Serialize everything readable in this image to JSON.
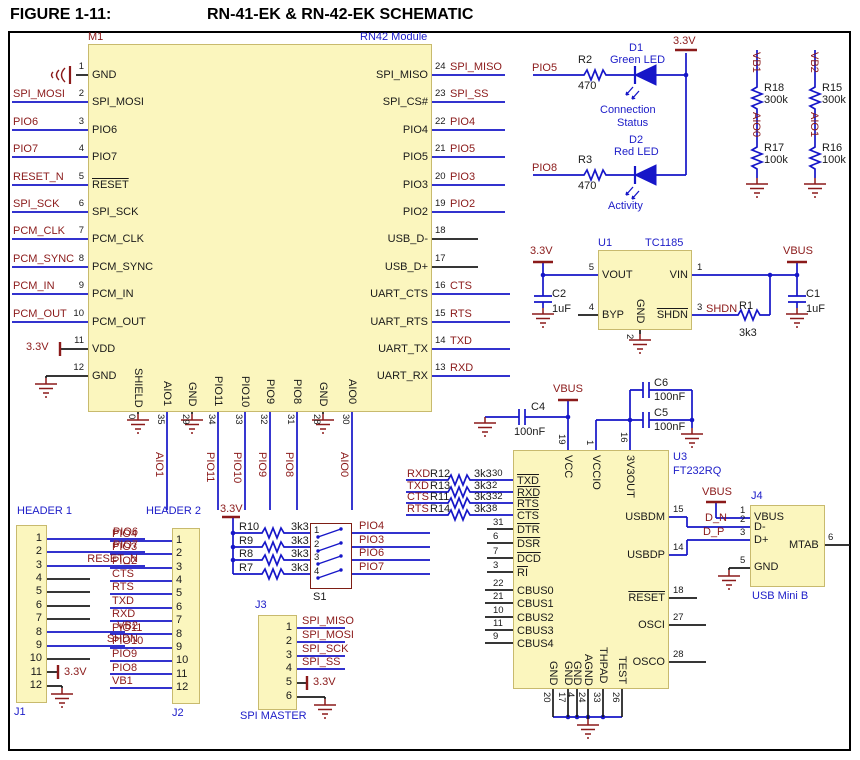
{
  "title": {
    "figure": "FIGURE 1-11:",
    "name": "RN-41-EK & RN-42-EK SCHEMATIC"
  },
  "module": {
    "ref": "M1",
    "part": "RN42 Module",
    "rails": {
      "vdd": "3.3V"
    },
    "left_pins": [
      {
        "num": "1",
        "name": "GND"
      },
      {
        "num": "2",
        "name": "SPI_MOSI",
        "net": "SPI_MOSI"
      },
      {
        "num": "3",
        "name": "PIO6",
        "net": "PIO6"
      },
      {
        "num": "4",
        "name": "PIO7",
        "net": "PIO7"
      },
      {
        "num": "5",
        "name": "RESET",
        "net": "RESET_N",
        "ov": 1
      },
      {
        "num": "6",
        "name": "SPI_SCK",
        "net": "SPI_SCK"
      },
      {
        "num": "7",
        "name": "PCM_CLK",
        "net": "PCM_CLK"
      },
      {
        "num": "8",
        "name": "PCM_SYNC",
        "net": "PCM_SYNC"
      },
      {
        "num": "9",
        "name": "PCM_IN",
        "net": "PCM_IN"
      },
      {
        "num": "10",
        "name": "PCM_OUT",
        "net": "PCM_OUT"
      },
      {
        "num": "11",
        "name": "VDD"
      },
      {
        "num": "12",
        "name": "GND"
      }
    ],
    "right_pins": [
      {
        "num": "24",
        "name": "SPI_MISO",
        "net": "SPI_MISO"
      },
      {
        "num": "23",
        "name": "SPI_CS#",
        "net": "SPI_SS"
      },
      {
        "num": "22",
        "name": "PIO4",
        "net": "PIO4"
      },
      {
        "num": "21",
        "name": "PIO5",
        "net": "PIO5"
      },
      {
        "num": "20",
        "name": "PIO3",
        "net": "PIO3"
      },
      {
        "num": "19",
        "name": "PIO2",
        "net": "PIO2"
      },
      {
        "num": "18",
        "name": "USB_D-"
      },
      {
        "num": "17",
        "name": "USB_D+"
      },
      {
        "num": "16",
        "name": "UART_CTS",
        "net": "CTS"
      },
      {
        "num": "15",
        "name": "UART_RTS",
        "net": "RTS"
      },
      {
        "num": "14",
        "name": "UART_TX",
        "net": "TXD"
      },
      {
        "num": "13",
        "name": "UART_RX",
        "net": "RXD"
      }
    ],
    "bottom_pins": [
      {
        "num": "0",
        "name": "SHIELD"
      },
      {
        "num": "35",
        "name": "AIO1",
        "net": "AIO1"
      },
      {
        "num": "29",
        "name": "GND"
      },
      {
        "num": "34",
        "name": "PIO11",
        "net": "PIO11"
      },
      {
        "num": "33",
        "name": "PIO10",
        "net": "PIO10"
      },
      {
        "num": "32",
        "name": "PIO9",
        "net": "PIO9"
      },
      {
        "num": "31",
        "name": "PIO8",
        "net": "PIO8"
      },
      {
        "num": "28",
        "name": "GND"
      },
      {
        "num": "30",
        "name": "AIO0",
        "net": "AIO0"
      }
    ]
  },
  "led_circuit": {
    "rail": "3.3V",
    "d1": {
      "net": "PIO5",
      "res": "R2",
      "val": "470",
      "ref": "D1",
      "type": "Green LED",
      "caption1": "Connection",
      "caption2": "Status"
    },
    "d2": {
      "net": "PIO8",
      "res": "R3",
      "val": "470",
      "ref": "D2",
      "type": "Red LED",
      "caption": "Activity"
    }
  },
  "dividers": [
    {
      "net_top": "VB1",
      "r1": "R18",
      "v1": "300k",
      "net_mid": "AIO0",
      "r2": "R17",
      "v2": "100k"
    },
    {
      "net_top": "VB2",
      "r1": "R15",
      "v1": "300k",
      "net_mid": "AIO1",
      "r2": "R16",
      "v2": "100k"
    }
  ],
  "u1": {
    "ref": "U1",
    "part": "TC1185",
    "rail_out": "3.3V",
    "rail_in": "VBUS",
    "net_shdn": "SHDN",
    "pin_vout": {
      "num": "5",
      "name": "VOUT"
    },
    "pin_byp": {
      "num": "4",
      "name": "BYP"
    },
    "pin_gnd": {
      "num": "2",
      "name": "GND"
    },
    "pin_vin": {
      "num": "1",
      "name": "VIN"
    },
    "pin_shdn": {
      "num": "3",
      "name": "SHDN"
    },
    "c2": {
      "ref": "C2",
      "val": "1uF"
    },
    "c1": {
      "ref": "C1",
      "val": "1uF"
    },
    "r1": {
      "ref": "R1",
      "val": "3k3"
    }
  },
  "u3": {
    "ref": "U3",
    "part": "FT232RQ",
    "rail": "VBUS",
    "c4": {
      "ref": "C4",
      "val": "100nF"
    },
    "c5": {
      "ref": "C5",
      "val": "100nF"
    },
    "c6": {
      "ref": "C6",
      "val": "100nF"
    },
    "top_pins": [
      {
        "num": "19",
        "name": "VCC"
      },
      {
        "num": "1",
        "name": "VCCIO"
      },
      {
        "num": "16",
        "name": "3V3OUT"
      }
    ],
    "serial_pins": [
      {
        "net": "RXD",
        "res": "R12",
        "val": "3k3",
        "num": "30",
        "name": "TXD",
        "ov": 1
      },
      {
        "net": "TXD",
        "res": "R13",
        "val": "3k3",
        "num": "2",
        "name": "RXD",
        "ov": 1
      },
      {
        "net": "CTS",
        "res": "R11",
        "val": "3k3",
        "num": "32",
        "name": "RTS",
        "ov": 1
      },
      {
        "net": "RTS",
        "res": "R14",
        "val": "3k3",
        "num": "8",
        "name": "CTS",
        "ov": 1
      }
    ],
    "ctrl_pins": [
      {
        "num": "31",
        "name": "DTR",
        "ov": 1
      },
      {
        "num": "6",
        "name": "DSR",
        "ov": 1
      },
      {
        "num": "7",
        "name": "DCD",
        "ov": 1
      },
      {
        "num": "3",
        "name": "RI",
        "ov": 1
      }
    ],
    "cbus_pins": [
      {
        "num": "22",
        "name": "CBUS0"
      },
      {
        "num": "21",
        "name": "CBUS1"
      },
      {
        "num": "10",
        "name": "CBUS2"
      },
      {
        "num": "11",
        "name": "CBUS3"
      },
      {
        "num": "9",
        "name": "CBUS4"
      }
    ],
    "right_pins": [
      {
        "num": "15",
        "name": "USBDM"
      },
      {
        "num": "14",
        "name": "USBDP"
      },
      {
        "num": "18",
        "name": "RESET",
        "ov": 1
      },
      {
        "num": "27",
        "name": "OSCI"
      },
      {
        "num": "28",
        "name": "OSCO"
      }
    ],
    "bottom_pins": [
      {
        "num": "20",
        "name": "GND"
      },
      {
        "num": "17",
        "name": "GND"
      },
      {
        "num": "4",
        "name": "GND"
      },
      {
        "num": "24",
        "name": "AGND"
      },
      {
        "num": "33",
        "name": "THPAD"
      },
      {
        "num": "26",
        "name": "TEST"
      }
    ]
  },
  "j4": {
    "ref": "J4",
    "caption": "USB Mini B",
    "rail": "VBUS",
    "net_dn": "D_N",
    "net_dp": "D_P",
    "pins": [
      {
        "num": "1",
        "name": "VBUS"
      },
      {
        "num": "2",
        "name": "D-"
      },
      {
        "num": "3",
        "name": "D+"
      },
      {
        "num": "5",
        "name": "GND"
      },
      {
        "num": "6",
        "name": "MTAB"
      }
    ]
  },
  "header1": {
    "title": "HEADER 1",
    "ref": "J1",
    "rail": "3.3V",
    "pins": [
      {
        "num": "1",
        "net": "PIO6"
      },
      {
        "num": "2",
        "net": "PIO7"
      },
      {
        "num": "3",
        "net": "RESET_N"
      },
      {
        "num": "4"
      },
      {
        "num": "5"
      },
      {
        "num": "6"
      },
      {
        "num": "7"
      },
      {
        "num": "8",
        "net": "VB2"
      },
      {
        "num": "9",
        "net": "SHDN"
      },
      {
        "num": "10"
      },
      {
        "num": "11"
      },
      {
        "num": "12"
      }
    ]
  },
  "header2": {
    "title": "HEADER 2",
    "ref": "J2",
    "pins": [
      {
        "num": "1",
        "net": "PIO4"
      },
      {
        "num": "2",
        "net": "PIO3"
      },
      {
        "num": "3",
        "net": "PIO2"
      },
      {
        "num": "4",
        "net": "CTS"
      },
      {
        "num": "5",
        "net": "RTS"
      },
      {
        "num": "6",
        "net": "TXD"
      },
      {
        "num": "7",
        "net": "RXD"
      },
      {
        "num": "8",
        "net": "PIO11"
      },
      {
        "num": "9",
        "net": "PIO10"
      },
      {
        "num": "10",
        "net": "PIO9"
      },
      {
        "num": "11",
        "net": "PIO8"
      },
      {
        "num": "12",
        "net": "VB1"
      }
    ]
  },
  "s1": {
    "ref": "S1",
    "rail": "3.3V",
    "rows": [
      {
        "res": "R10",
        "val": "3k3",
        "num": "1",
        "net": "PIO4"
      },
      {
        "res": "R9",
        "val": "3k3",
        "num": "2",
        "net": "PIO3"
      },
      {
        "res": "R8",
        "val": "3k3",
        "num": "3",
        "net": "PIO6"
      },
      {
        "res": "R7",
        "val": "3k3",
        "num": "4",
        "net": "PIO7"
      }
    ]
  },
  "j3": {
    "ref": "J3",
    "caption": "SPI MASTER",
    "rail": "3.3V",
    "pins": [
      {
        "num": "1",
        "net": "SPI_MISO"
      },
      {
        "num": "2",
        "net": "SPI_MOSI"
      },
      {
        "num": "3",
        "net": "SPI_SCK"
      },
      {
        "num": "4",
        "net": "SPI_SS"
      },
      {
        "num": "5"
      },
      {
        "num": "6"
      }
    ]
  }
}
